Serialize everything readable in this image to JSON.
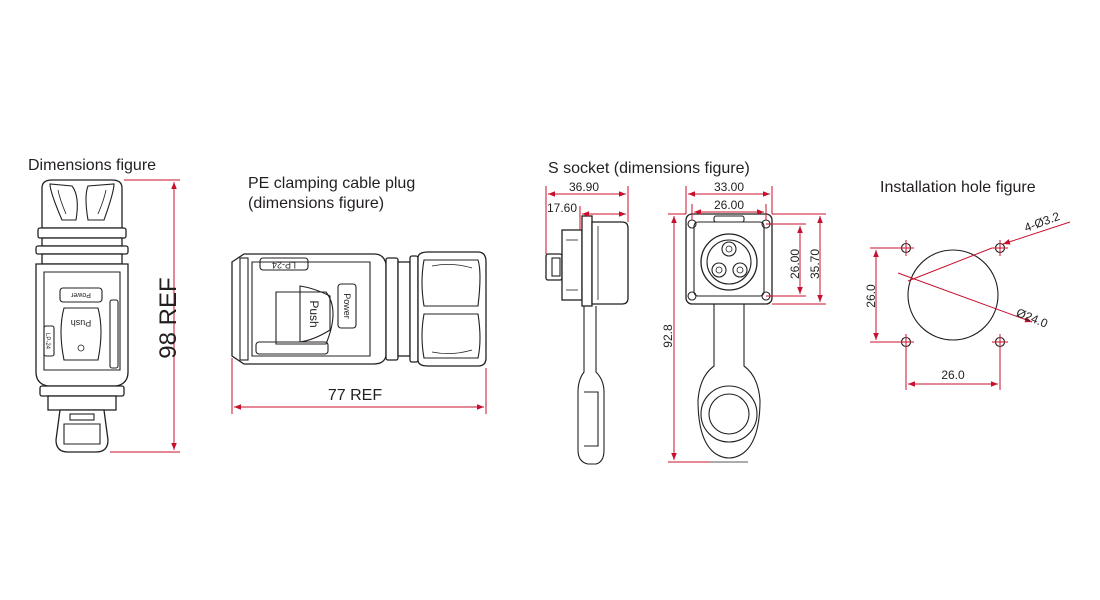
{
  "figures": {
    "dimensions": {
      "title": "Dimensions figure",
      "height_label": "98 REF",
      "stamps": [
        "Power",
        "Push",
        "LP-24"
      ]
    },
    "plug": {
      "title_line1": "PE clamping cable plug",
      "title_line2": "(dimensions figure)",
      "width_label": "77 REF",
      "stamps": [
        "LP-24",
        "Push",
        "Power"
      ]
    },
    "socket": {
      "title": "S socket (dimensions figure)",
      "dims": {
        "d1": "36.90",
        "d2": "17.60",
        "d3": "33.00",
        "d4": "26.00",
        "d5": "26.00",
        "d6": "35.70",
        "d7": "92.8"
      }
    },
    "install": {
      "title": "Installation hole figure",
      "holes_label": "4-Ø3.2",
      "diameter_label": "Ø24.0",
      "height_label": "26.0",
      "width_label": "26.0"
    }
  },
  "colors": {
    "dimension_line": "#c8102e",
    "outline": "#231f20"
  }
}
